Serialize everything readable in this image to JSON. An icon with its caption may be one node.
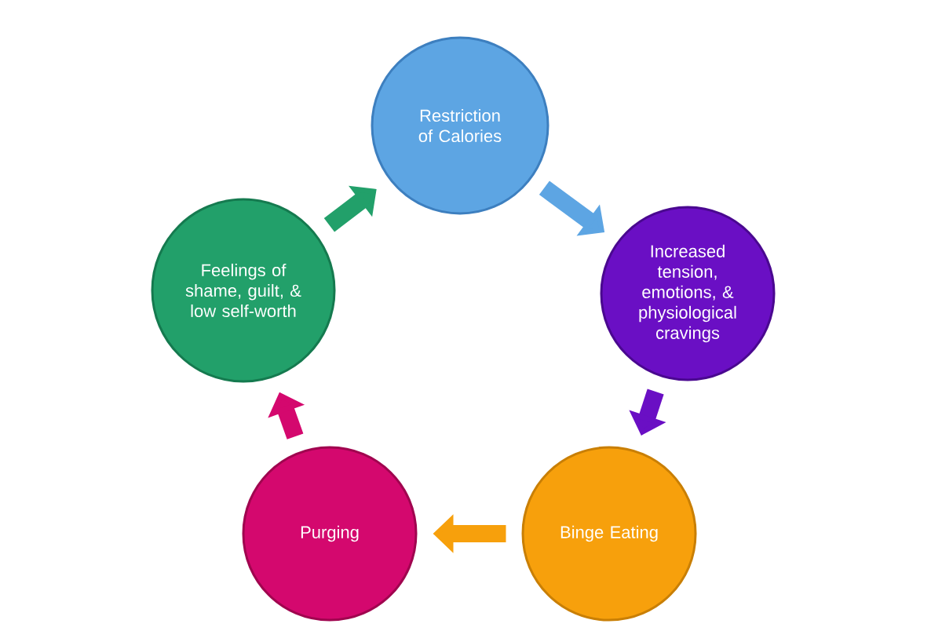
{
  "diagram": {
    "nodes": [
      {
        "text": [
          "Restriction of Calories"
        ]
      },
      {
        "text": [
          "Increased tension, emotions, & physiological cravings"
        ]
      },
      {
        "text": [
          "Binge Eating"
        ]
      },
      {
        "text": [
          "Purging"
        ]
      },
      {
        "text": [
          "Feelings of shame, guilt, & low self-worth"
        ]
      }
    ],
    "edges": [
      {
        "from": 0,
        "to": 1,
        "arrow": "to",
        "color": "#5da5e3"
      },
      {
        "from": 1,
        "to": 2,
        "arrow": "to",
        "color": "#6a0fc4"
      },
      {
        "from": 2,
        "to": 3,
        "arrow": "to",
        "color": "#f7a00c"
      },
      {
        "from": 3,
        "to": 4,
        "arrow": "to",
        "color": "#d4086e"
      },
      {
        "from": 4,
        "to": 0,
        "arrow": "to",
        "color": "#22a06a"
      }
    ]
  }
}
